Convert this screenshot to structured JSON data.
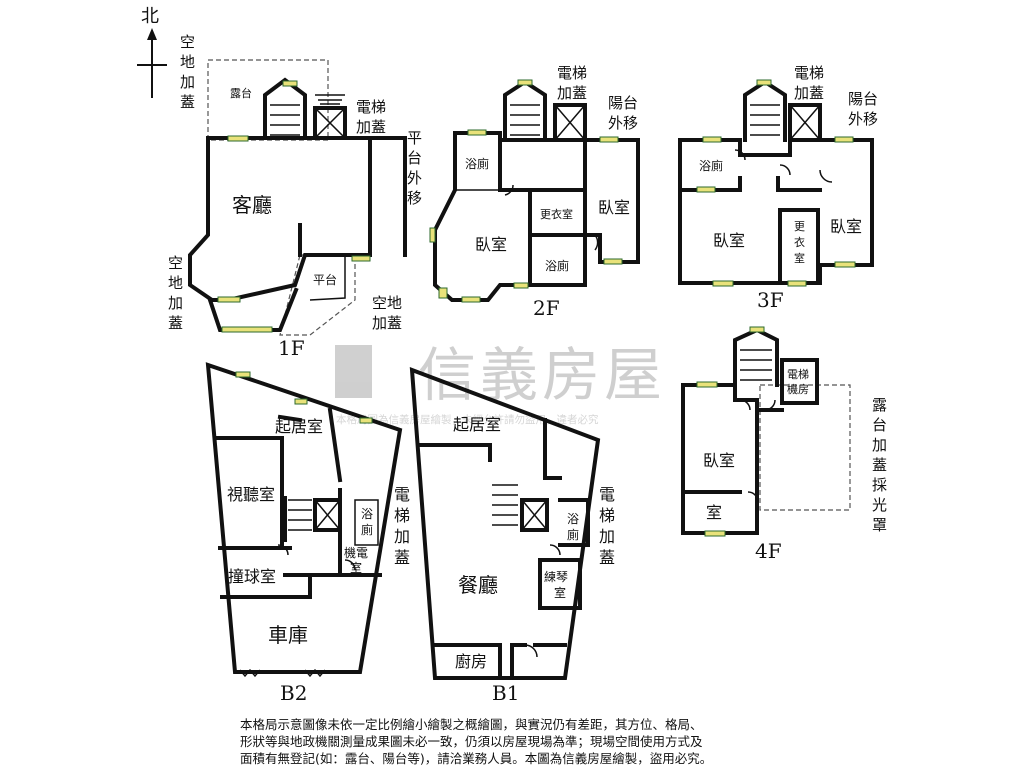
{
  "compass": {
    "north_label": "北"
  },
  "watermark": {
    "brand": "信義房屋",
    "subtext": "本格局圖為信義房屋繪製，未經允許請勿盜用，違者必究"
  },
  "floors": {
    "f1": {
      "floor_label": "1F",
      "rooms": {
        "living_room": "客廳",
        "terrace": "露台",
        "platform": "平台",
        "elevator_added": [
          "電梯",
          "加蓋"
        ],
        "platform_moved": [
          "平",
          "台",
          "外",
          "移"
        ],
        "open_space_added_left": [
          "空",
          "地",
          "加",
          "蓋"
        ],
        "open_space_added_top": [
          "空",
          "地",
          "加",
          "蓋"
        ],
        "open_space_added_bottom": [
          "空地",
          "加蓋"
        ]
      }
    },
    "f2": {
      "floor_label": "2F",
      "rooms": {
        "bedroom_left": "臥室",
        "bedroom_right": "臥室",
        "bathroom_top": "浴廁",
        "bathroom_bottom": "浴廁",
        "dressing_room": "更衣室",
        "elevator_added": [
          "電梯",
          "加蓋"
        ],
        "balcony_moved": [
          "陽台",
          "外移"
        ]
      }
    },
    "f3": {
      "floor_label": "3F",
      "rooms": {
        "bedroom_left": "臥室",
        "bedroom_right": "臥室",
        "bathroom": "浴廁",
        "dressing_room": [
          "更",
          "衣",
          "室"
        ],
        "elevator_added": [
          "電梯",
          "加蓋"
        ],
        "balcony_moved": [
          "陽台",
          "外移"
        ]
      }
    },
    "f4": {
      "floor_label": "4F",
      "rooms": {
        "bedroom": "臥室",
        "room": "室",
        "elevator_machine_room": [
          "電梯",
          "機房"
        ],
        "terrace_skylight": [
          "露",
          "台",
          "加",
          "蓋",
          "採",
          "光",
          "罩"
        ]
      }
    },
    "b2": {
      "floor_label": "B2",
      "rooms": {
        "family_room": "起居室",
        "av_room": "視聽室",
        "billiards_room": "撞球室",
        "garage": "車庫",
        "bathroom": [
          "浴",
          "廁"
        ],
        "mechanical_room": [
          "機電",
          "室"
        ],
        "elevator_added": [
          "電",
          "梯",
          "加",
          "蓋"
        ]
      }
    },
    "b1": {
      "floor_label": "B1",
      "rooms": {
        "family_room": "起居室",
        "dining_room": "餐廳",
        "kitchen": "廚房",
        "bathroom": [
          "浴",
          "廁"
        ],
        "piano_room": [
          "練琴",
          "室"
        ],
        "elevator_added": [
          "電",
          "梯",
          "加",
          "蓋"
        ]
      }
    }
  },
  "disclaimer": [
    "本格局示意圖像未依一定比例繪小繪製之概繪圖，與實況仍有差距，其方位、格局、",
    "形狀等與地政機關測量成果圖未必一致，仍須以房屋現場為準；現場空間使用方式及",
    "面積有無登記(如：露台、陽台等)，請洽業務人員。本圖為信義房屋繪製，盜用必究。"
  ]
}
